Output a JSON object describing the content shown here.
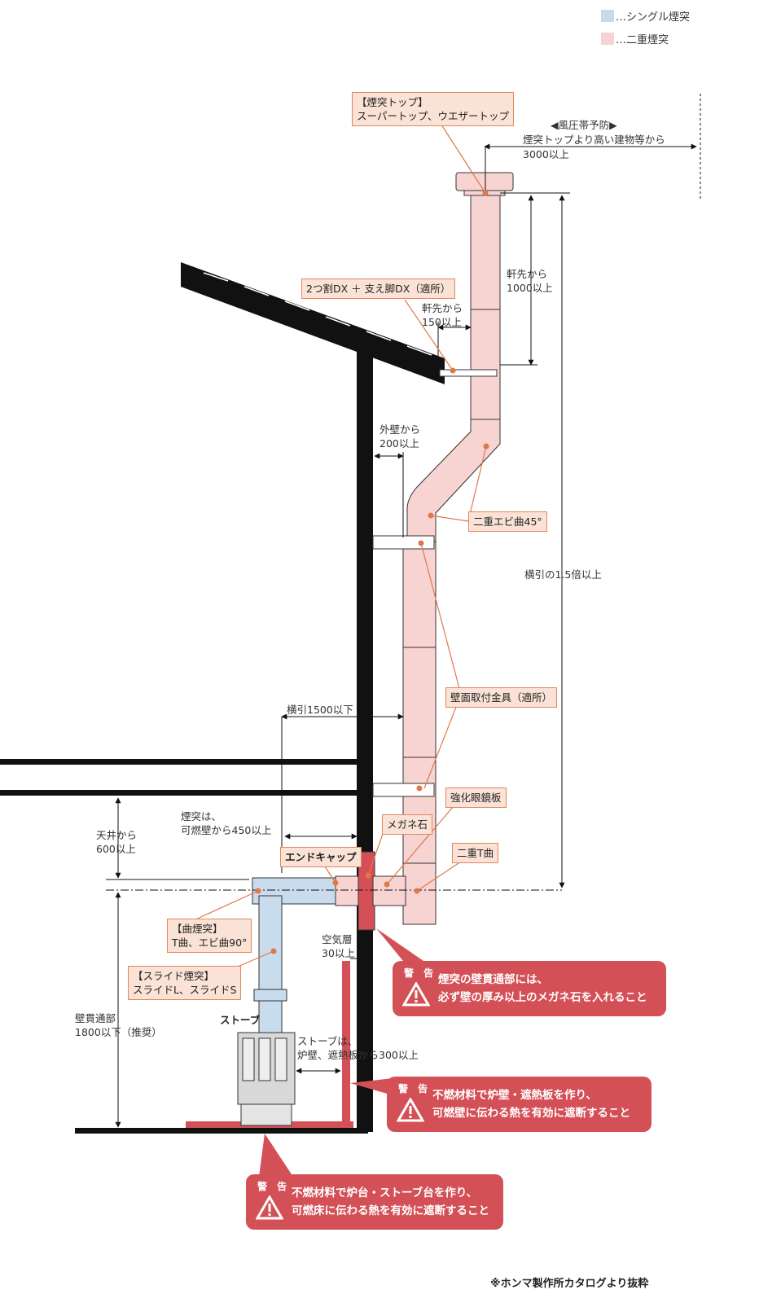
{
  "legend": [
    {
      "label": "…シングル煙突",
      "color": "#c8d9ea"
    },
    {
      "label": "…二重煙突",
      "color": "#f6d3d3"
    }
  ],
  "colors": {
    "double_pipe": "#f7d4d2",
    "single_pipe": "#c9dced",
    "warning": "#d45057",
    "callout_bg": "#fbe2d6",
    "callout_border": "#e0875c",
    "leader": "#e0784a"
  },
  "callouts": {
    "chimney_top": {
      "title": "【煙突トップ】",
      "detail": "スーパートップ、ウエザートップ"
    },
    "split_dx": "2つ割DX ＋ 支え脚DX（適所）",
    "double_ebi_45": "二重エビ曲45°",
    "wall_bracket": "壁面取付金具（適所）",
    "reinforced_plate": "強化眼鏡板",
    "megane_stone": "メガネ石",
    "double_t": "二重T曲",
    "end_cap": "エンドキャップ",
    "bend_chimney": {
      "title": "【曲煙突】",
      "detail": "T曲、エビ曲90°"
    },
    "slide_chimney": {
      "title": "【スライド煙突】",
      "detail": "スライドL、スライドS"
    }
  },
  "dimensions": {
    "wind_pressure": {
      "title": "◀風圧帯予防▶",
      "line1": "煙突トップより高い建物等から",
      "line2": "3000以上"
    },
    "eave_1000": {
      "line1": "軒先から",
      "line2": "1000以上"
    },
    "eave_150": {
      "line1": "軒先から",
      "line2": "150以上"
    },
    "outer_wall_200": {
      "line1": "外壁から",
      "line2": "200以上"
    },
    "horizontal_x15": "横引の1.5倍以上",
    "horizontal_1500": "横引1500以下",
    "combustible_450": {
      "line1": "煙突は、",
      "line2": "可燃壁から450以上"
    },
    "ceiling_600": {
      "line1": "天井から",
      "line2": "600以上"
    },
    "air_layer_30": {
      "line1": "空気層",
      "line2": "30以上"
    },
    "wall_through_1800": {
      "line1": "壁貫通部",
      "line2": "1800以下（推奨）"
    },
    "stove_300": {
      "line1": "ストーブは、",
      "line2": "炉壁、遮熱板から300以上"
    }
  },
  "stove_label": "ストーブ",
  "warnings": [
    {
      "heading": "警 告",
      "line1": "煙突の壁貫通部には、",
      "line2": "必ず壁の厚み以上のメガネ石を入れること"
    },
    {
      "heading": "警 告",
      "line1": "不燃材料で炉壁・遮熱板を作り、",
      "line2": "可燃壁に伝わる熱を有効に遮断すること"
    },
    {
      "heading": "警 告",
      "line1": "不燃材料で炉台・ストーブ台を作り、",
      "line2": "可燃床に伝わる熱を有効に遮断すること"
    }
  ],
  "credit": "※ホンマ製作所カタログより抜粋"
}
